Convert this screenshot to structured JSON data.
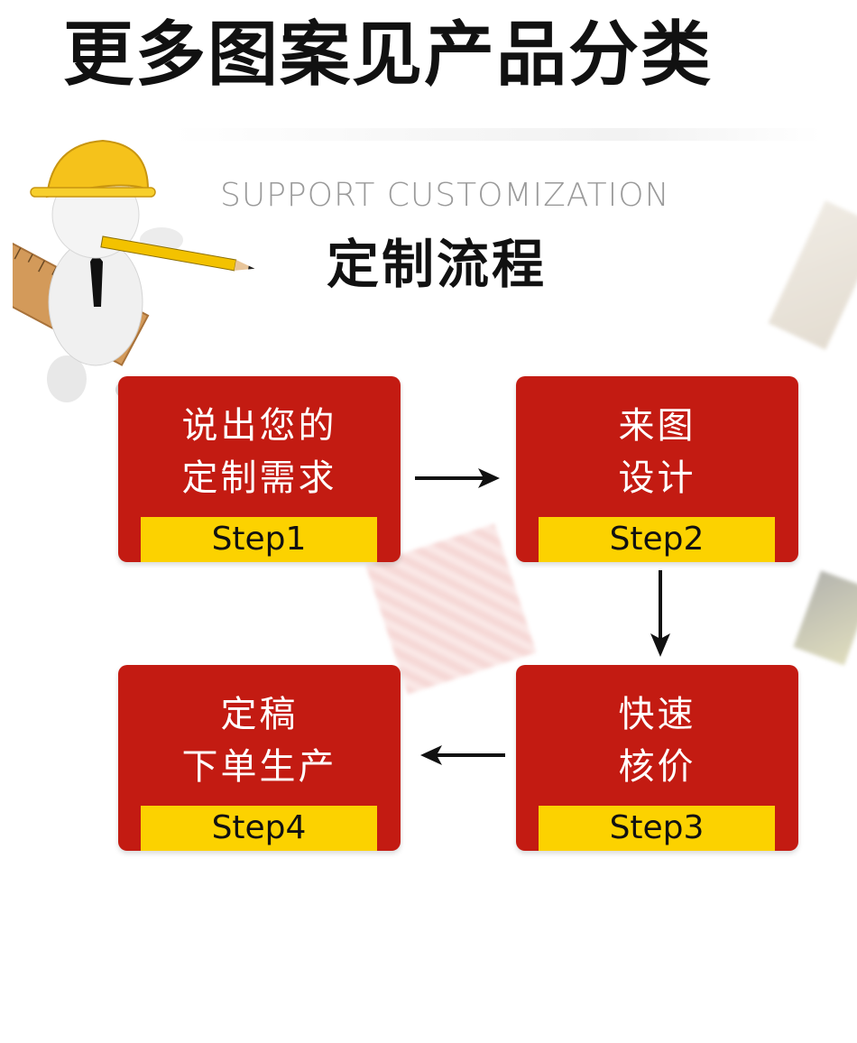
{
  "header": {
    "title": "更多图案见产品分类"
  },
  "section": {
    "subtitle_en": "SUPPORT CUSTOMIZATION",
    "subtitle_cn": "定制流程"
  },
  "steps": [
    {
      "line1": "说出您的",
      "line2": "定制需求",
      "label": "Step1"
    },
    {
      "line1": "来图",
      "line2": "设计",
      "label": "Step2"
    },
    {
      "line1": "快速",
      "line2": "核价",
      "label": "Step3"
    },
    {
      "line1": "定稿",
      "line2": "下单生产",
      "label": "Step4"
    }
  ],
  "colors": {
    "card_red": "#c31b12",
    "label_yellow": "#fcd200"
  },
  "icons": {
    "mascot": "worker-with-helmet-pencil-ruler-icon",
    "arrow_right": "arrow-right-icon",
    "arrow_down": "arrow-down-icon",
    "arrow_left": "arrow-left-icon"
  }
}
